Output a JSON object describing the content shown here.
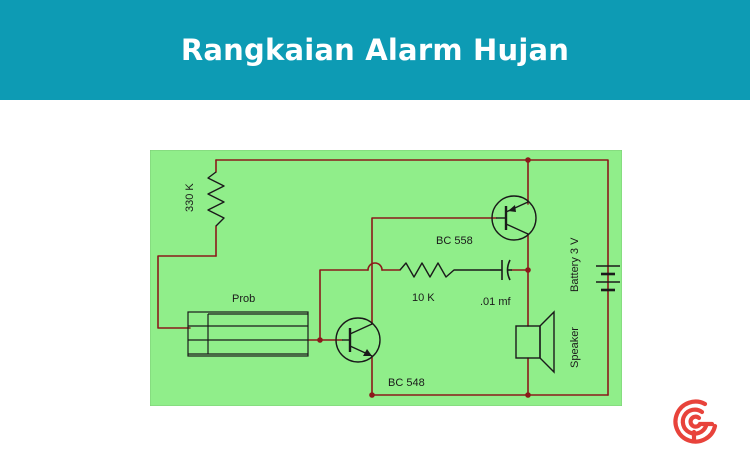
{
  "header": {
    "title": "Rangkaian Alarm Hujan",
    "background": "#0d9bb4"
  },
  "diagram": {
    "background": "#90ee8a",
    "wire_color": "#8b1a1a",
    "labels": {
      "resistor_330k": "330 K",
      "transistor_bc558": "BC 558",
      "battery": "Battery  3 V",
      "resistor_10k": "10 K",
      "capacitor": ".01 mf",
      "probe": "Prob",
      "speaker": "Speaker",
      "transistor_bc548": "BC 548"
    }
  },
  "logo": {
    "name": "brand-logo-icon",
    "color": "#e8433b"
  }
}
